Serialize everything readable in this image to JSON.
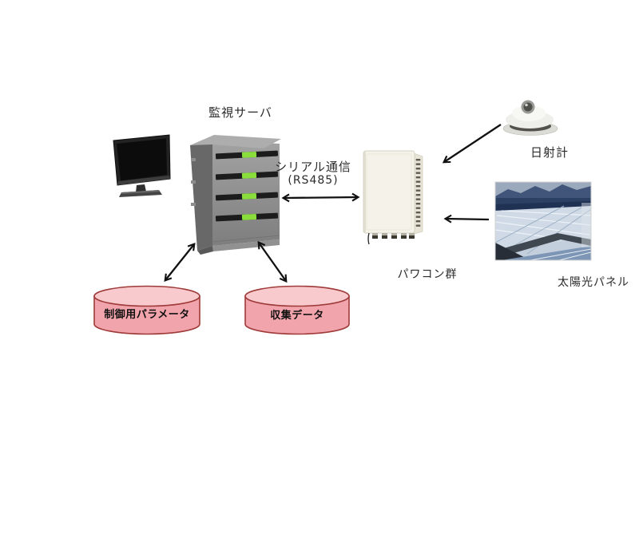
{
  "diagram": {
    "nodes": {
      "server": {
        "label": "監視サーバ"
      },
      "power_conditioner": {
        "label": "パワコン群"
      },
      "pyranometer": {
        "label": "日射計"
      },
      "solar_panel": {
        "label": "太陽光パネル"
      },
      "db_control_params": {
        "label": "制御用パラメータ"
      },
      "db_collected_data": {
        "label": "収集データ"
      }
    },
    "links": {
      "serial": {
        "label": "シリアル通信",
        "sublabel": "(RS485)"
      }
    },
    "colors": {
      "cylinder_body": "#F2A4AC",
      "cylinder_top": "#F8C9CD",
      "cylinder_border": "#9E3A38",
      "led_green": "#8ADE3C",
      "arrow": "#111111",
      "text": "#2b2b2b"
    }
  }
}
